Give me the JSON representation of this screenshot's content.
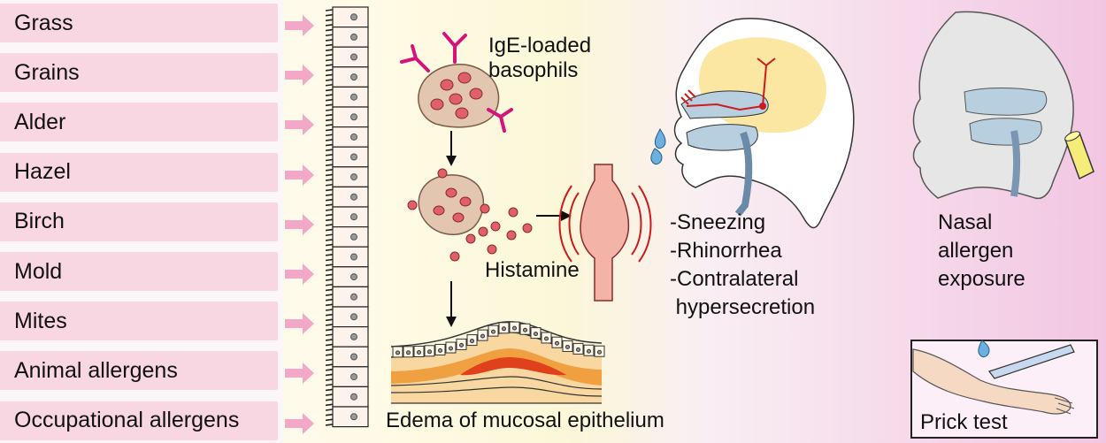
{
  "allergens": [
    {
      "label": "Grass"
    },
    {
      "label": "Grains"
    },
    {
      "label": "Alder"
    },
    {
      "label": "Hazel"
    },
    {
      "label": "Birch"
    },
    {
      "label": "Mold"
    },
    {
      "label": "Mites"
    },
    {
      "label": "Animal allergens"
    },
    {
      "label": "Occupational allergens"
    }
  ],
  "labels": {
    "basophils_line1": "IgE-loaded",
    "basophils_line2": "basophils",
    "histamine": "Histamine",
    "edema": "Edema of mucosal epithelium"
  },
  "symptoms": [
    "-Sneezing",
    "-Rhinorrhea",
    "-Contralateral",
    " hypersecretion"
  ],
  "nasal_exposure": [
    "Nasal",
    "allergen",
    "exposure"
  ],
  "prick_test": "Prick test",
  "colors": {
    "allergen_band": "#f8d7e3",
    "arrow": "#f2a8c6",
    "antibody": "#d4147a",
    "granule": "#e0606a",
    "cell": "#e3c6b0",
    "nerve": "#cc1b1b"
  }
}
